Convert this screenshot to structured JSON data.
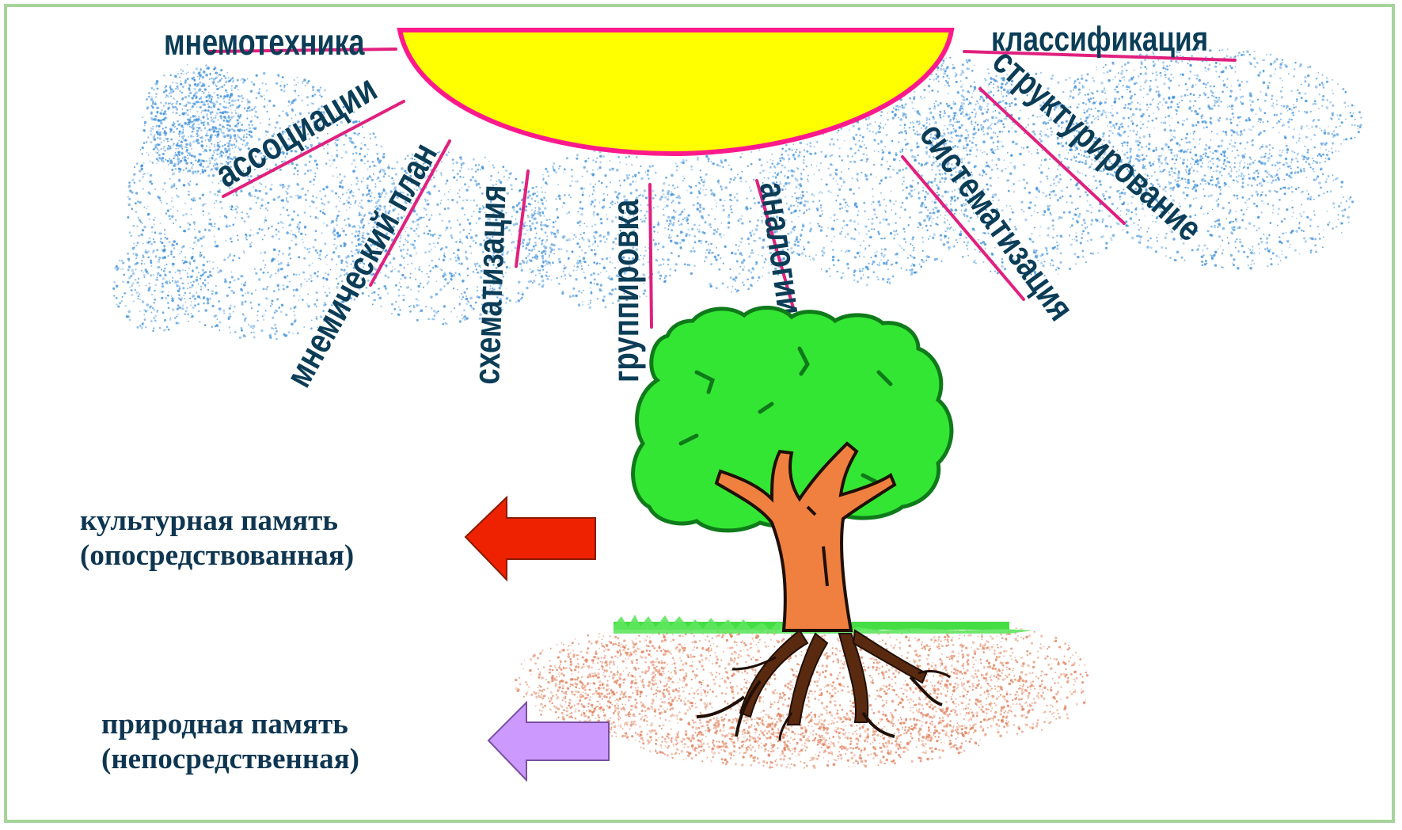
{
  "rays": [
    {
      "id": "mnemotechnika",
      "label": "мнемотехника"
    },
    {
      "id": "klassifikatsiya",
      "label": "классификация"
    },
    {
      "id": "assotsiatsii",
      "label": "ассоциации"
    },
    {
      "id": "strukturirovanie",
      "label": "структурирование"
    },
    {
      "id": "mnemicheskiy-plan",
      "label": "мнемический план"
    },
    {
      "id": "skhematizatsiya",
      "label": "схематизация"
    },
    {
      "id": "gruppirovka",
      "label": "группировка"
    },
    {
      "id": "analogii",
      "label": "аналогии"
    },
    {
      "id": "sistematizatsiya",
      "label": "систематизация"
    }
  ],
  "cultural_memory": {
    "line1": "культурная память",
    "line2": "(опосредствованная)"
  },
  "natural_memory": {
    "line1": "природная память",
    "line2": "(непосредственная)"
  },
  "colors": {
    "sun_fill": "#ffff00",
    "sun_border": "#ff1a8c",
    "ray": "#e0207e",
    "cloud_dots": "#3b8fd9",
    "label": "#0b3d57",
    "tree_crown": "#33e633",
    "trunk": "#f08040",
    "roots": "#5a2a10",
    "grass": "#44dd44",
    "soil": "#e0805a",
    "arrow_cultural": "#ee2200",
    "arrow_natural": "#cc99ff",
    "frame": "#a6d39a"
  }
}
